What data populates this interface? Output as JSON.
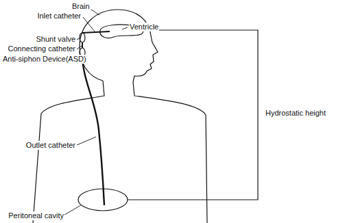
{
  "diagram": {
    "labels": [
      "Brain",
      "Inlet catheter",
      "Ventricle",
      "Shunt valve",
      "Connecting catheter",
      "Anti-siphon Device(ASD)",
      "Hydrostatic height",
      "Outlet catheter",
      "Peritoneal cavity"
    ]
  }
}
